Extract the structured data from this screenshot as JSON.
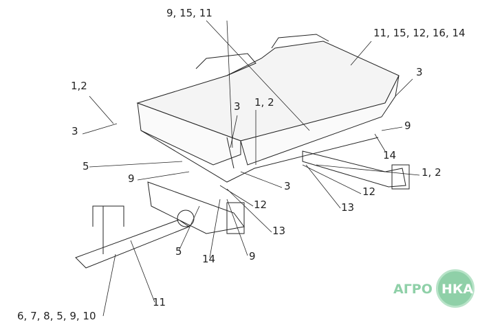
{
  "labels": [
    {
      "id": "l1",
      "text": "9, 15, 11"
    },
    {
      "id": "l2",
      "text": "11, 15, 12, 16, 14"
    },
    {
      "id": "l3",
      "text": "3"
    },
    {
      "id": "l4",
      "text": "1,2"
    },
    {
      "id": "l5",
      "text": "3"
    },
    {
      "id": "l6",
      "text": "1, 2"
    },
    {
      "id": "l7",
      "text": "3"
    },
    {
      "id": "l8",
      "text": "9"
    },
    {
      "id": "l9",
      "text": "14"
    },
    {
      "id": "l10",
      "text": "5"
    },
    {
      "id": "l11",
      "text": "9"
    },
    {
      "id": "l12",
      "text": "1, 2"
    },
    {
      "id": "l13",
      "text": "3"
    },
    {
      "id": "l14",
      "text": "12"
    },
    {
      "id": "l15",
      "text": "12"
    },
    {
      "id": "l16",
      "text": "13"
    },
    {
      "id": "l17",
      "text": "13"
    },
    {
      "id": "l18",
      "text": "5"
    },
    {
      "id": "l19",
      "text": "14"
    },
    {
      "id": "l20",
      "text": "9"
    },
    {
      "id": "l21",
      "text": "11"
    },
    {
      "id": "l22",
      "text": "6, 7, 8, 5, 9, 10"
    }
  ],
  "logo": {
    "left": "АГРО",
    "right": "НКА",
    "color": "#8fd0a8"
  }
}
